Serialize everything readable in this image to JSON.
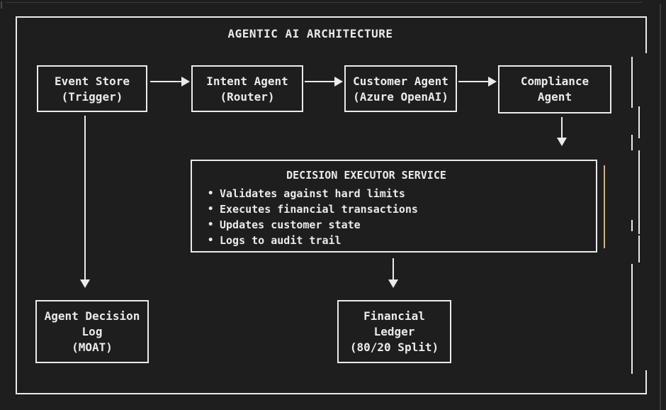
{
  "title": "AGENTIC AI ARCHITECTURE",
  "boxes": {
    "event_store": {
      "line1": "Event Store",
      "line2": "(Trigger)"
    },
    "intent_agent": {
      "line1": "Intent Agent",
      "line2": "(Router)"
    },
    "customer_agent": {
      "line1": "Customer Agent",
      "line2": "(Azure OpenAI)"
    },
    "compliance_agent": {
      "line1": "Compliance",
      "line2": "Agent"
    },
    "decision_executor": {
      "title": "DECISION EXECUTOR SERVICE",
      "bullet_char": "•",
      "bullets": [
        "Validates against hard limits",
        "Executes financial transactions",
        "Updates customer state",
        "Logs to audit trail"
      ]
    },
    "agent_decision_log": {
      "line1": "Agent Decision",
      "line2": "Log",
      "line3": "(MOAT)"
    },
    "financial_ledger": {
      "line1": "Financial",
      "line2": "Ledger",
      "line3": "(80/20 Split)"
    }
  },
  "colors": {
    "background": "#1e1e1f",
    "stroke": "#ebebeb",
    "accent_dash": "#cdb27c",
    "frame_edge": "#3a3a3a"
  }
}
